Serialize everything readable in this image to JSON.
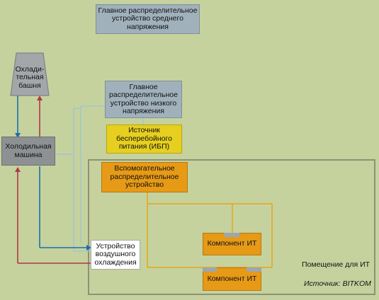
{
  "nodes": {
    "main_medium_voltage": "Главное распределительное\nустройство среднего\nнапряжения",
    "cooling_tower": "Охлади-\nтельная\nбашня",
    "main_low_voltage": "Главное\nраспределительное\nустройство низкого\nнапряжения",
    "chiller": "Холодильная\nмашина",
    "ups": "Источник\nбесперебойного\nпитания (ИБП)",
    "aux_switchgear": "Вспомогательное\nраспределительное\nустройство",
    "it_component_1": "Компонент ИТ",
    "it_component_2": "Компонент ИТ",
    "air_cooler": "Устройство\nвоздушного\nохлаждения"
  },
  "room_label": "Помещение для ИТ",
  "source_label": "Источник: BITKOM",
  "colors": {
    "background": "#c5d29d",
    "cold_flow": "#1a6fb0",
    "hot_flow": "#b03848",
    "power_line": "#e6a419",
    "data_line": "#9ec3d9"
  }
}
